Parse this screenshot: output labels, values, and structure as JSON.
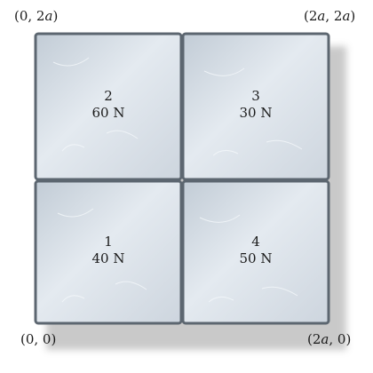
{
  "corners": {
    "top_left": {
      "prefix": "(0, 2",
      "var": "a",
      "suffix": ")"
    },
    "top_right": {
      "prefix": "(2",
      "var": "a",
      "mid": ", 2",
      "var2": "a",
      "suffix": ")"
    },
    "bottom_left": {
      "text": "(0, 0)"
    },
    "bottom_right": {
      "prefix": "(2",
      "var": "a",
      "suffix": ", 0)"
    }
  },
  "tiles": [
    {
      "number": "1",
      "weight": "40 N"
    },
    {
      "number": "2",
      "weight": "60 N"
    },
    {
      "number": "3",
      "weight": "30 N"
    },
    {
      "number": "4",
      "weight": "50 N"
    }
  ],
  "colors": {
    "tile_light": "#e6ecf2",
    "tile_dark": "#a9b5c2",
    "border": "#5c6670",
    "shadow": "#c9c9c9"
  }
}
